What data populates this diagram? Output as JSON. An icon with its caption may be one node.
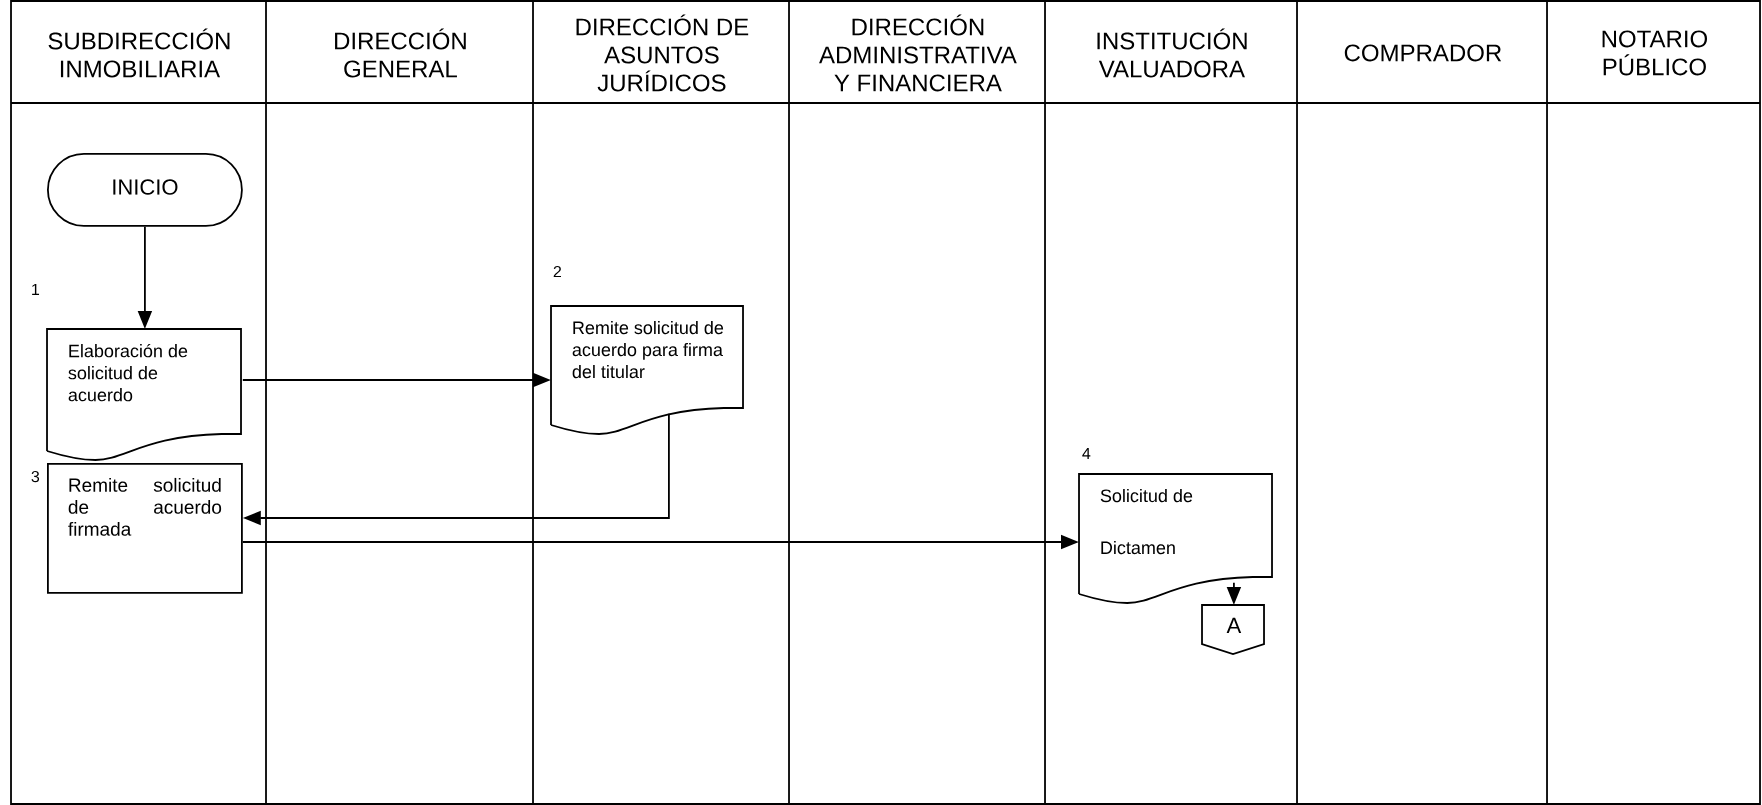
{
  "diagram": {
    "nodes": [
      {
        "text": [
          "SUBDIRECCIÓN INMOBILIARIA"
        ]
      },
      {
        "text": [
          "DIRECCIÓN GENERAL"
        ]
      },
      {
        "text": [
          "DIRECCIÓN DE ASUNTOS JURÍDICOS"
        ]
      },
      {
        "text": [
          "DIRECCIÓN ADMINISTRATIVA Y FINANCIERA"
        ]
      },
      {
        "text": [
          "INSTITUCIÓN VALUADORA"
        ]
      },
      {
        "text": [
          "COMPRADOR"
        ]
      },
      {
        "text": [
          "NOTARIO PÚBLICO"
        ]
      },
      {
        "text": [
          "INICIO"
        ]
      },
      {
        "text": [
          "Elaboración de solicitud de acuerdo"
        ]
      },
      {
        "text": [
          "Remite solicitud de acuerdo para firma del titular"
        ]
      },
      {
        "text": [
          "Remite solicitud de acuerdo firmada"
        ]
      },
      {
        "text": [
          "Solicitud de Dictamen"
        ]
      },
      {
        "text": [
          "A"
        ]
      }
    ],
    "edges": [
      {
        "from": 7,
        "to": 8,
        "arrow": "to"
      },
      {
        "from": 8,
        "to": 9,
        "arrow": "to"
      },
      {
        "from": 9,
        "to": 10,
        "arrow": "to"
      },
      {
        "from": 10,
        "to": 11,
        "arrow": "to"
      },
      {
        "from": 11,
        "to": 12,
        "arrow": "to"
      }
    ],
    "labels": [
      "1",
      "2",
      "3",
      "4"
    ]
  }
}
